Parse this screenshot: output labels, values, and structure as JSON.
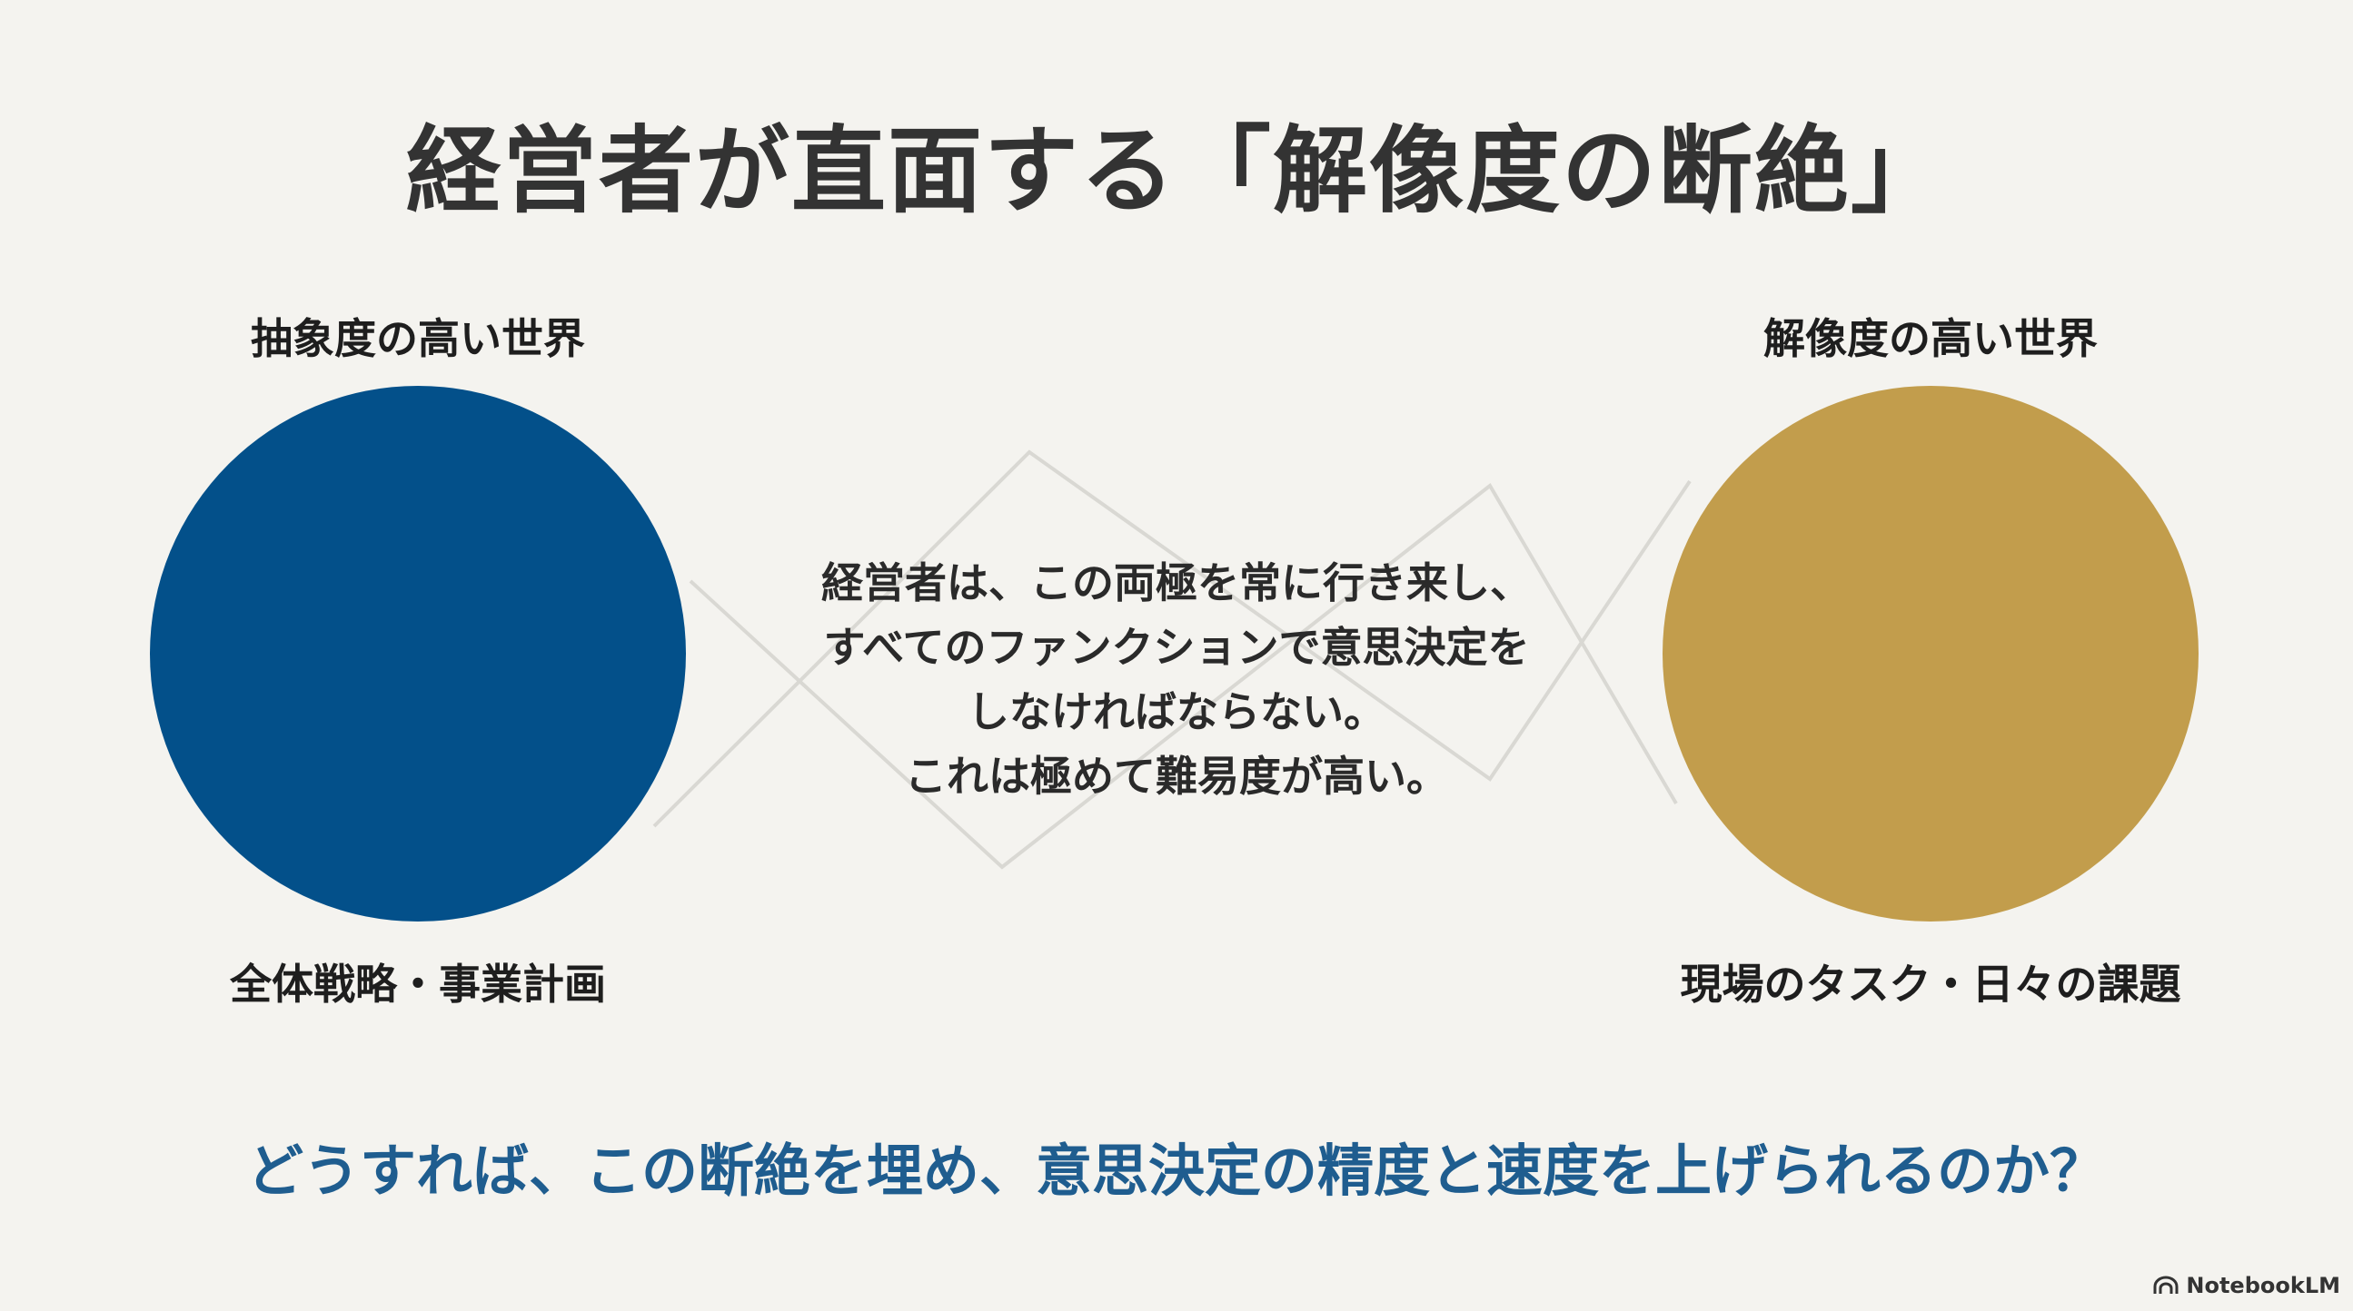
{
  "title": "経営者が直面する「解像度の断絶」",
  "left": {
    "heading": "抽象度の高い世界",
    "caption": "全体戦略・事業計画",
    "color": "#03508a"
  },
  "right": {
    "heading": "解像度の高い世界",
    "caption": "現場のタスク・日々の課題",
    "color": "#c29d4c"
  },
  "center": {
    "lines": [
      "経営者は、この両極を常に行き来し、",
      "すべてのファンクションで意思決定を",
      "しなければならない。",
      "これは極めて難易度が高い。"
    ]
  },
  "question": "どうすれば、この断絶を埋め、意思決定の精度と速度を上げられるのか？",
  "brand": {
    "label": "NotebookLM",
    "icon": "notebooklm-logo-icon"
  },
  "colors": {
    "background": "#f4f3ef",
    "question": "#1f5d8f",
    "connector": "#d9d8d3"
  }
}
